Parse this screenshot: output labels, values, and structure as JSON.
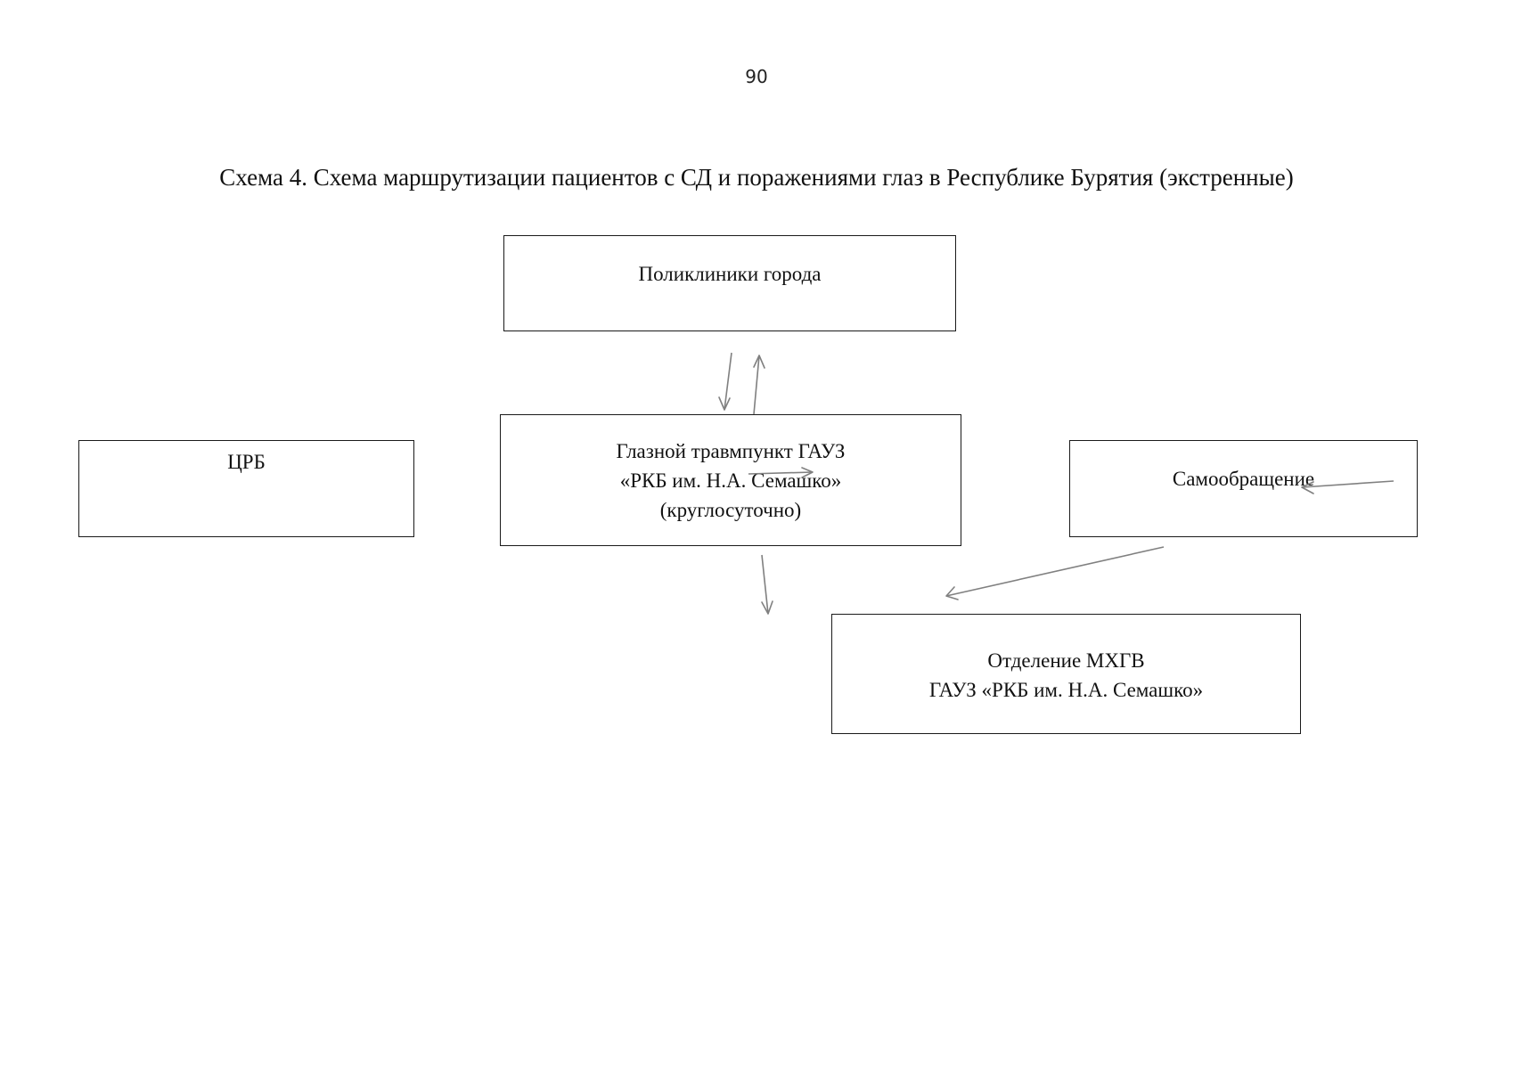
{
  "page": {
    "number": "90",
    "title": "Схема 4. Схема маршрутизации пациентов с СД и поражениями глаз в Республике Бурятия (экстренные)"
  },
  "nodes": {
    "clinics": {
      "lines": [
        "Поликлиники города"
      ]
    },
    "trauma": {
      "lines": [
        "Глазной травмпункт ГАУЗ",
        "«РКБ им. Н.А. Семашко»",
        "(круглосуточно)"
      ]
    },
    "crb": {
      "lines": [
        "ЦРБ"
      ]
    },
    "self": {
      "lines": [
        "Самообращение"
      ]
    },
    "mhgv": {
      "lines": [
        "Отделение МХГВ",
        "ГАУЗ «РКБ им. Н.А. Семашко»"
      ]
    }
  },
  "colors": {
    "box_border": "#1a1a1a",
    "arrow": "#808080",
    "text": "#111111"
  }
}
